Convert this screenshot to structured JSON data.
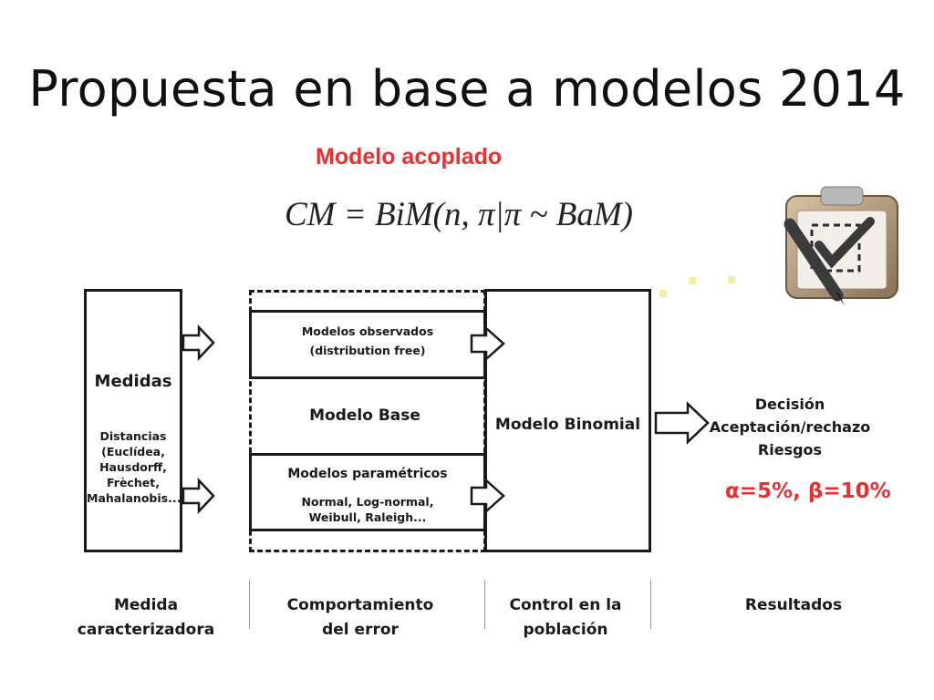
{
  "title": "Propuesta en base a modelos 2014",
  "subtitle": "Modelo acoplado",
  "formula": "CM = BiM(n, π|π ~ BaM)",
  "measures": {
    "title": "Medidas",
    "details": [
      "Distancias",
      "(Euclídea,",
      "Hausdorff,",
      "Frèchet,",
      "Mahalanobis...)"
    ]
  },
  "error_models": {
    "observed_title": "Modelos observados",
    "observed_sub": "(distribution free)",
    "base": "Modelo Base",
    "parametric_title": "Modelos paramétricos",
    "parametric_sub1": "Normal, Log-normal,",
    "parametric_sub2": "Weibull, Raleigh..."
  },
  "binomial": "Modelo Binomial",
  "results": {
    "line1": "Decisión",
    "line2": "Aceptación/rechazo",
    "line3": "Riesgos",
    "risk": "α=5%, β=10%"
  },
  "columns": {
    "c1a": "Medida",
    "c1b": "caracterizadora",
    "c2a": "Comportamiento",
    "c2b": "del error",
    "c3a": "Control en la",
    "c3b": "población",
    "c4": "Resultados"
  },
  "icons": [
    "clipboard-check-icon",
    "pen-icon"
  ],
  "colors": {
    "accent": "#e83030",
    "ink": "#1a1a1a"
  }
}
